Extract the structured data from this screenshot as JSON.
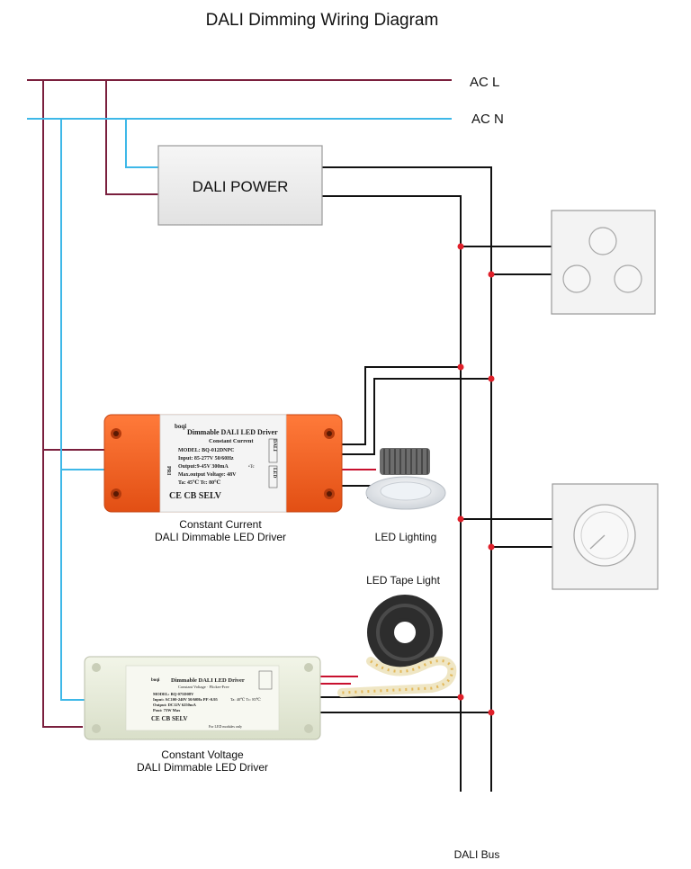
{
  "title": "DALI Dimming Wiring Diagram",
  "mains": {
    "line_label": "AC L",
    "neutral_label": "AC N"
  },
  "power_supply": {
    "label": "DALI POWER"
  },
  "cc_driver": {
    "caption_line1": "Constant Current",
    "caption_line2": "DALI Dimmable LED Driver",
    "brand": "boqi",
    "heading": "Dimmable DALI LED Driver",
    "subheading": "Constant Current",
    "model": "MODEL: BQ-012DNPC",
    "input": "Input: 85-277V  50/60Hz",
    "output": "Output:9-45V  300mA",
    "max_voltage": "Max.output Voltage: 48V",
    "temps": "Ta: 45℃  Tc: 80℃",
    "tc_mark": "•Tc",
    "certs": "CE CB SELV",
    "side_in": "PRI",
    "side_out_top": "DALI",
    "side_out_bottom": "LED"
  },
  "cv_driver": {
    "caption_line1": "Constant Voltage",
    "caption_line2": "DALI Dimmable LED Driver",
    "brand": "boqi",
    "heading": "Dimmable DALI LED Driver",
    "subheading": "Constant Voltage · Flicker-Free",
    "model": "MODEL: BQ-075D08V",
    "input": "Input: AC100-240V 50/60Hz PF>0.95",
    "output": "Output: DC12V 6250mA",
    "power": "Pout: 75W Max",
    "temps": "Ta: 40℃  Tc: 85℃",
    "certs": "CE CB SELV",
    "note": "For LED modules only"
  },
  "lighting": {
    "led_label": "LED Lighting",
    "tape_label": "LED Tape Light"
  },
  "bus": {
    "label": "DALI Bus"
  },
  "colors": {
    "line": "#7a1f3d",
    "neutral": "#3eb8e8",
    "bus": "#111111",
    "red_wire": "#c8102e",
    "junction": "#e0202a",
    "cc_body": "#f25c1f",
    "cv_body": "#eaeedd"
  },
  "icons": [
    "wall-panel-3-buttons-icon",
    "wall-rotary-dimmer-icon",
    "downlight-icon",
    "led-tape-reel-icon"
  ]
}
